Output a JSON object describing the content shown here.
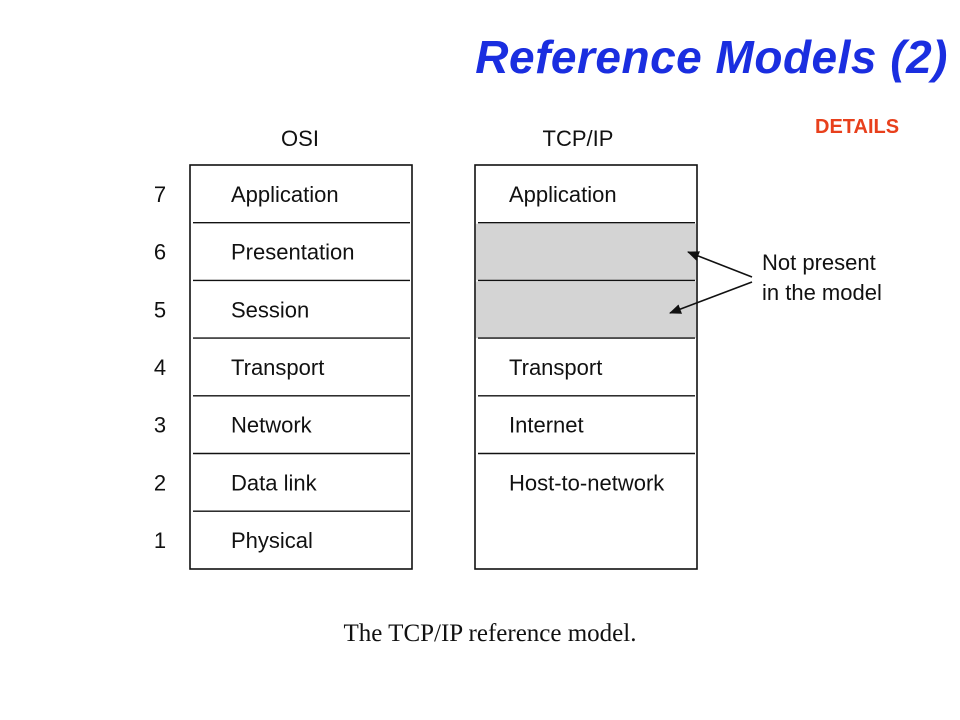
{
  "slide": {
    "title": "Reference Models (2)",
    "details_label": "DETAILS",
    "caption": "The TCP/IP reference model.",
    "title_color": "#1a2ee0",
    "details_color": "#e8401c",
    "shade_color": "#d4d4d4"
  },
  "diagram": {
    "osi": {
      "heading": "OSI",
      "layers": [
        {
          "number": "7",
          "name": "Application"
        },
        {
          "number": "6",
          "name": "Presentation"
        },
        {
          "number": "5",
          "name": "Session"
        },
        {
          "number": "4",
          "name": "Transport"
        },
        {
          "number": "3",
          "name": "Network"
        },
        {
          "number": "2",
          "name": "Data link"
        },
        {
          "number": "1",
          "name": "Physical"
        }
      ]
    },
    "tcpip": {
      "heading": "TCP/IP",
      "layers": [
        {
          "name": "Application",
          "present": true
        },
        {
          "name": "",
          "present": false
        },
        {
          "name": "",
          "present": false
        },
        {
          "name": "Transport",
          "present": true
        },
        {
          "name": "Internet",
          "present": true
        },
        {
          "name": "Host-to-network",
          "present": true
        }
      ]
    },
    "annotation": {
      "line1": "Not present",
      "line2": "in the model"
    }
  }
}
